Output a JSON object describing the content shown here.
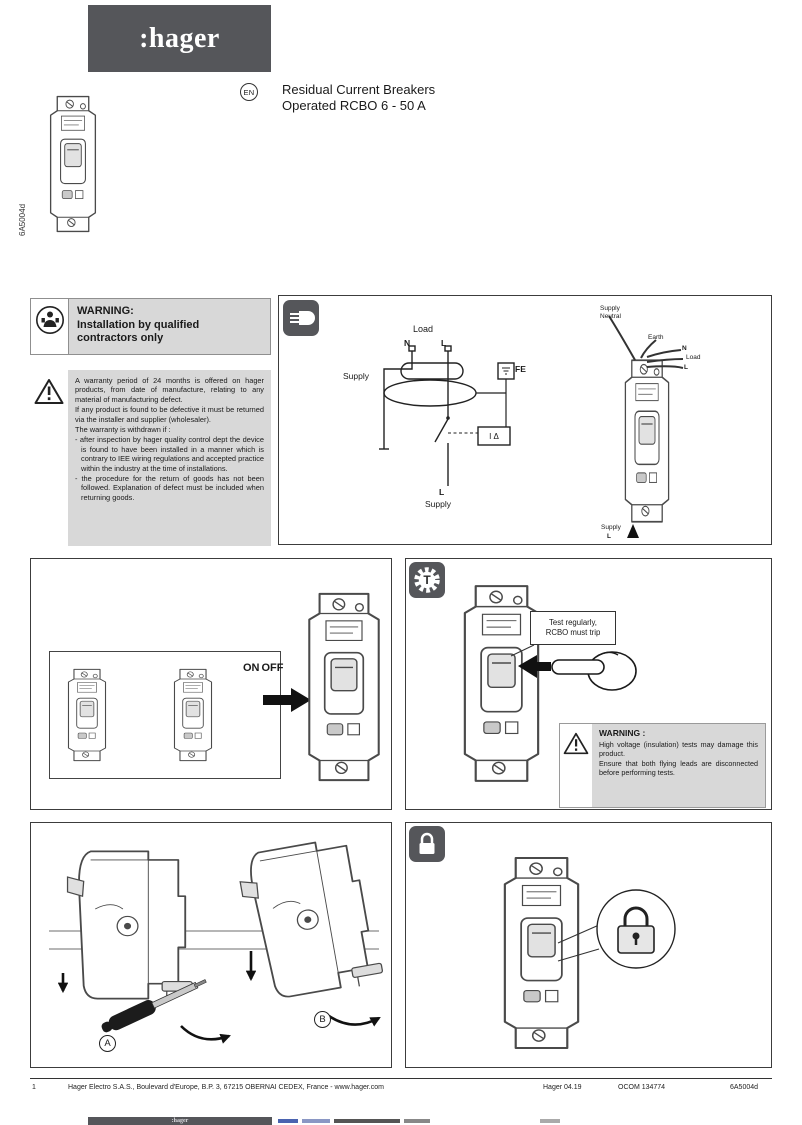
{
  "icons": {
    "test_letter": "T"
  },
  "header": {
    "logo": ":hager",
    "lang_badge": "EN",
    "title_line1": "Residual Current Breakers",
    "title_line2": "Operated RCBO 6 - 50 A"
  },
  "side_code": "6A5004d",
  "warning_box": {
    "title": "WARNING:",
    "line2": "Installation by qualified",
    "line3": "contractors only"
  },
  "warranty": {
    "p1": "A warranty period of 24 months is offered on hager products, from date of manufacture, relating to any material of manufacturing defect.",
    "p2": "If any product is found to be defective it must be returned via the installer and supplier (wholesaler).",
    "p3": "The warranty is withdrawn if :",
    "b1": "- after inspection by hager quality control dept the device is found to have been installed in a manner which is contrary to IEE wiring regulations and accepted practice within the industry at the time of installations.",
    "b2": "- the procedure for the return of goods has not been followed. Explanation of defect must be included when returning goods."
  },
  "wiring": {
    "schematic": {
      "load": "Load",
      "n": "N",
      "l": "L",
      "supply_left": "Supply",
      "fe": "FE",
      "trip_box": "I Δ",
      "l_bottom": "L",
      "supply_bottom": "Supply"
    },
    "device": {
      "supply_top": "Supply",
      "neutral_top": "Neutral",
      "earth": "Earth",
      "n": "N",
      "load": "Load",
      "l": "L",
      "supply_bottom": "Supply",
      "l_bottom": "L"
    }
  },
  "onoff": {
    "on": "ON",
    "off": "OFF"
  },
  "test": {
    "callout_line1": "Test regularly,",
    "callout_line2": "RCBO must trip",
    "warning_title": "WARNING :",
    "warning_p1": "High voltage (insulation) tests may damage this product.",
    "warning_p2": "Ensure that both flying leads are disconnected before performing tests."
  },
  "mounting": {
    "step_a": "A",
    "step_b": "B"
  },
  "footer": {
    "page_number": "1",
    "address": "Hager Electro S.A.S., Boulevard d'Europe, B.P. 3, 67215 OBERNAI CEDEX, France - www.hager.com",
    "edition": "Hager 04.19",
    "ocom": "OCOM 134774",
    "doc_code": "6A5004d"
  }
}
